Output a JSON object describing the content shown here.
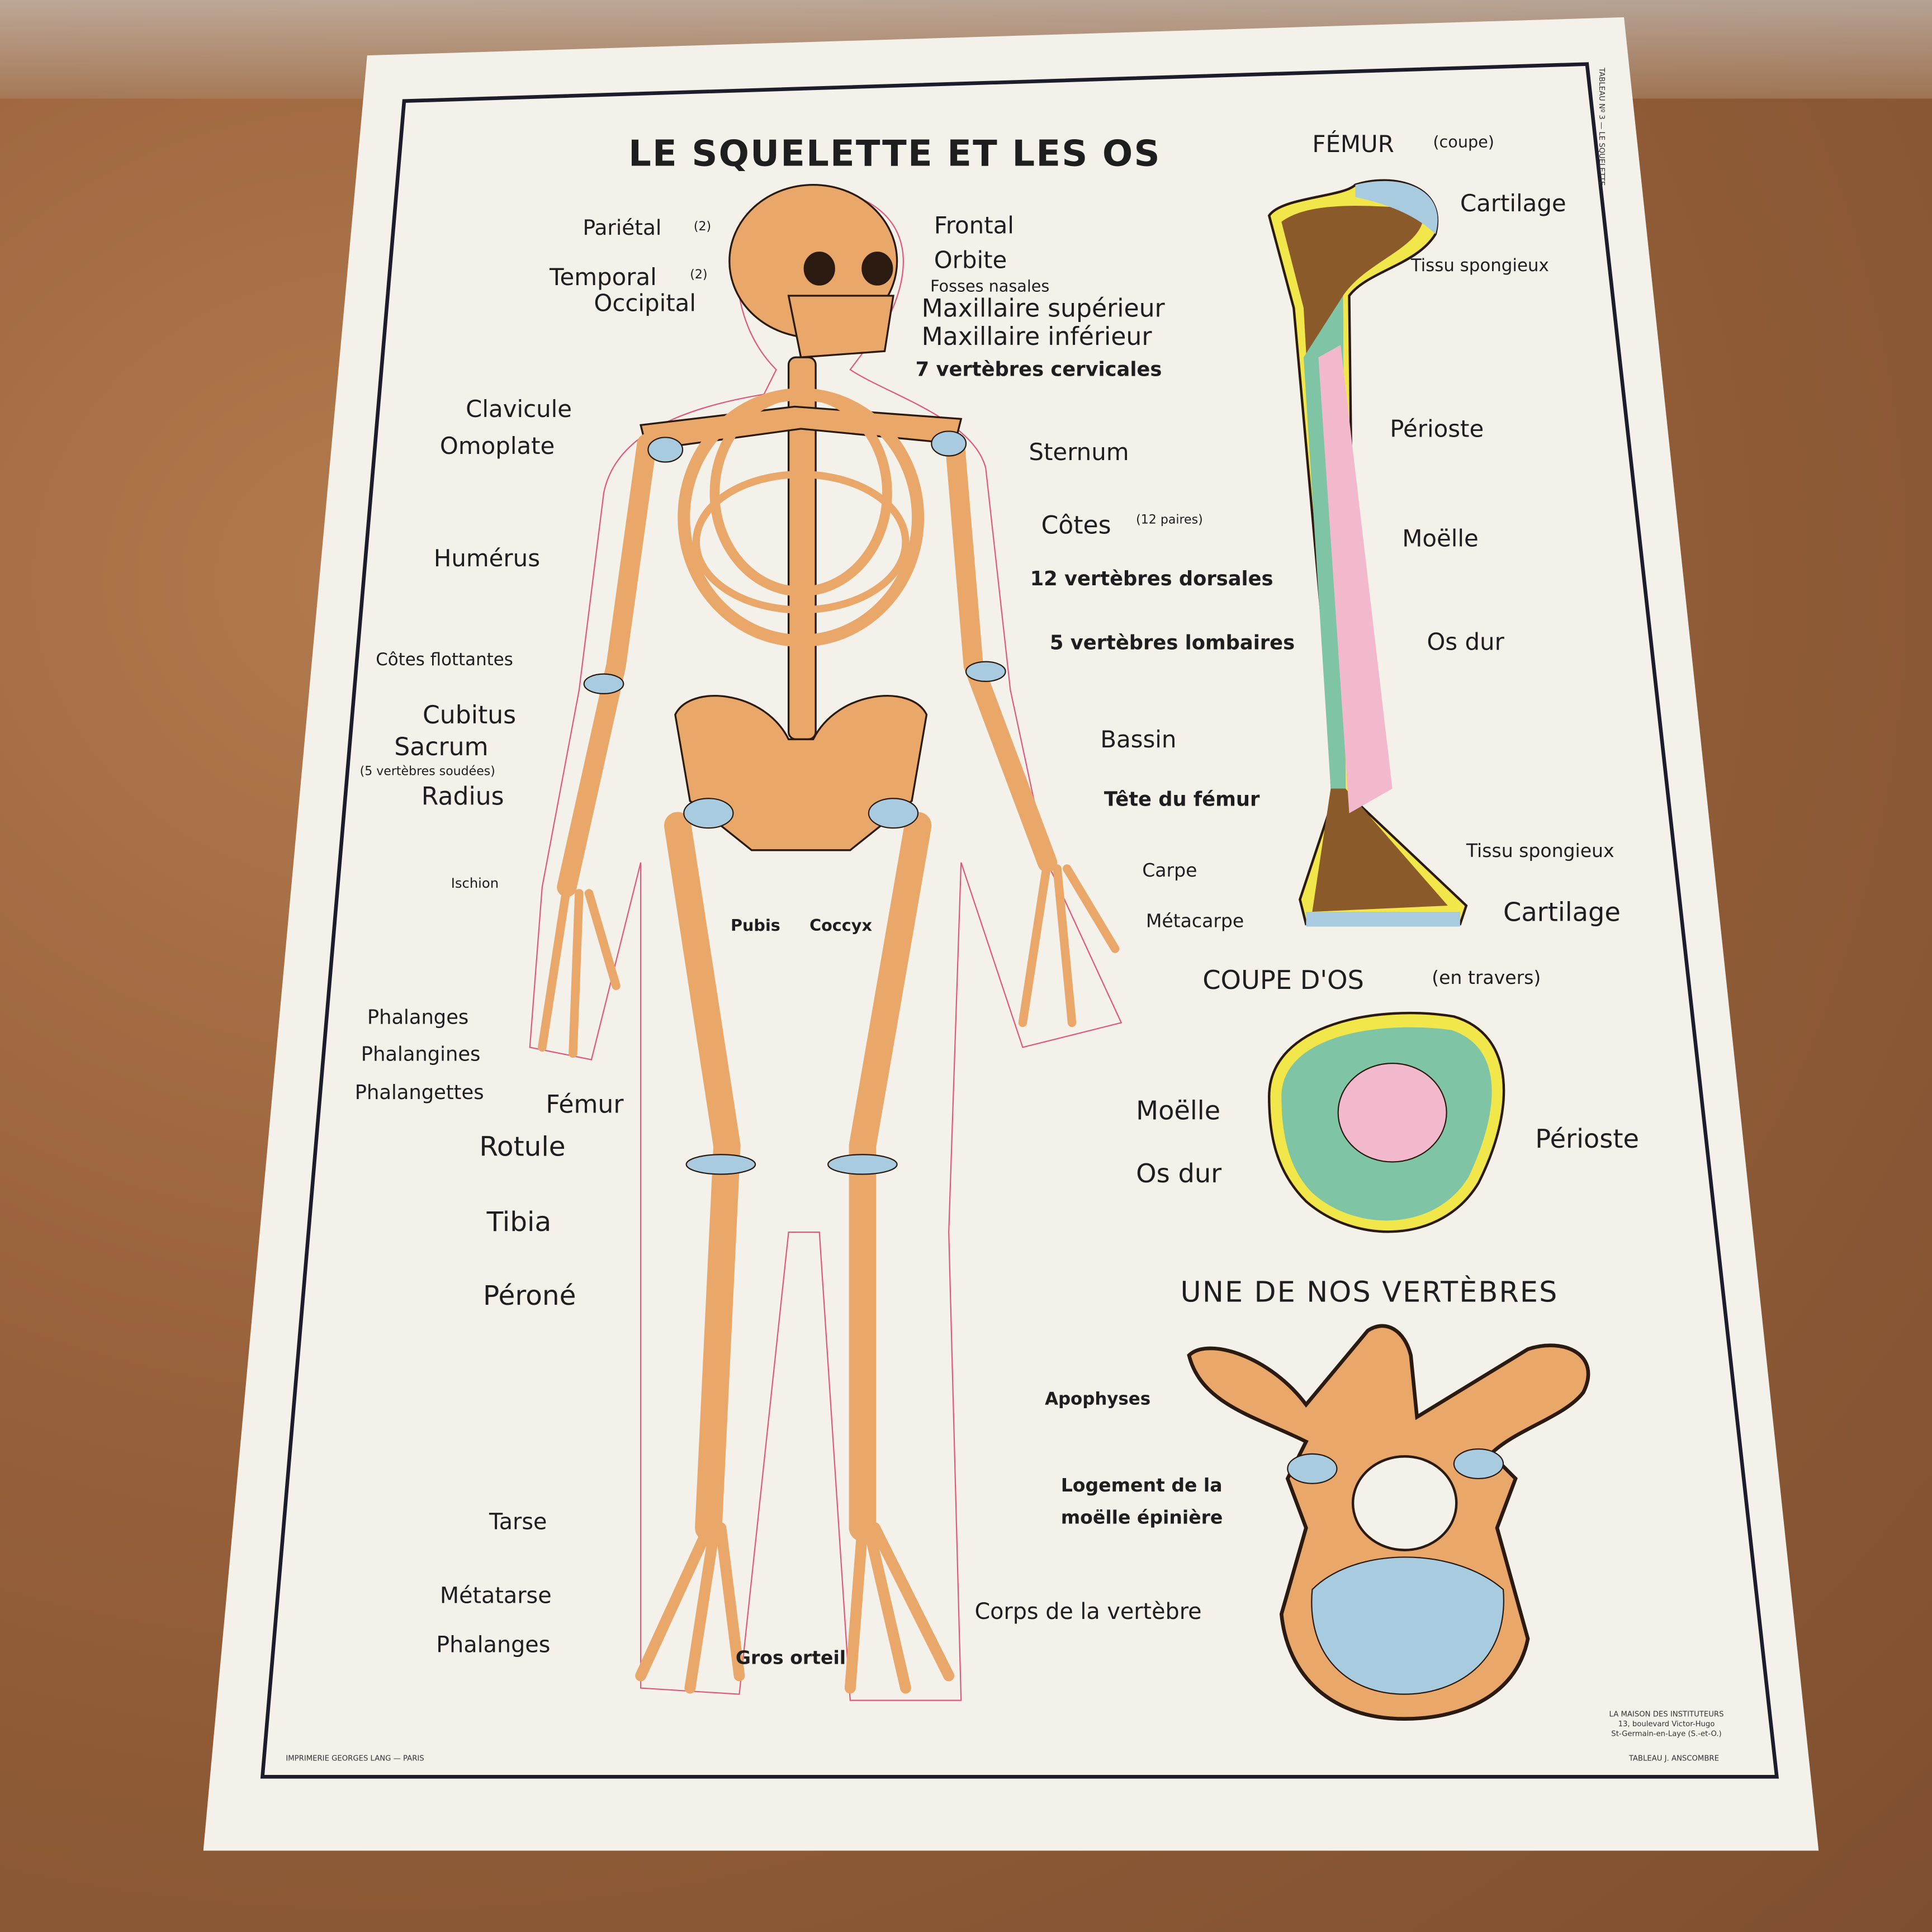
{
  "title": "LE SQUELETTE ET LES OS",
  "side_caption": "TABLEAU Nº 3 — LE SQUELETTE",
  "skeleton_labels": [
    "Pariétal",
    "(2)",
    "Temporal",
    "(2)",
    "Occipital",
    "Frontal",
    "Orbite",
    "Fosses nasales",
    "Maxillaire supérieur",
    "Maxillaire inférieur",
    "7 vertèbres cervicales",
    "Clavicule",
    "Omoplate",
    "Sternum",
    "Côtes",
    "(12 paires)",
    "Humérus",
    "12 vertèbres dorsales",
    "Côtes flottantes",
    "5 vertèbres lombaires",
    "Cubitus",
    "Sacrum",
    "(5 vertèbres soudées)",
    "Radius",
    "Bassin",
    "Tête du fémur",
    "Ischion",
    "Carpe",
    "Pubis",
    "Coccyx",
    "Métacarpe",
    "Phalanges",
    "Phalangines",
    "Phalangettes",
    "Fémur",
    "Rotule",
    "Tibia",
    "Péroné",
    "Tarse",
    "Métatarse",
    "Phalanges",
    "Gros orteil"
  ],
  "femur": {
    "title": "FÉMUR",
    "subtitle": "(coupe)",
    "labels": [
      "Cartilage",
      "Tissu spongieux",
      "Périoste",
      "Moëlle",
      "Os dur",
      "Tissu spongieux",
      "Cartilage"
    ]
  },
  "cross_section": {
    "title": "COUPE D'OS",
    "subtitle": "(en travers)",
    "labels": [
      "Moëlle",
      "Os dur",
      "Périoste"
    ]
  },
  "vertebra": {
    "title": "UNE DE NOS VERTÈBRES",
    "labels": [
      "Apophyses",
      "Logement de la",
      "moëlle épinière",
      "Corps de la vertèbre"
    ]
  },
  "credits": {
    "printer": "IMPRIMERIE GEORGES LANG — PARIS",
    "publisher": [
      "LA MAISON DES INSTITUTEURS",
      "13, boulevard Victor-Hugo",
      "St-Germain-en-Laye (S.-et-O.)"
    ],
    "author": "TABLEAU J. ANSCOMBRE"
  },
  "colors": {
    "bone": "#e9a86a",
    "cartilage": "#a9cbe0",
    "marrow": "#f2b8cc",
    "hard_bone": "#7fc4a4",
    "periosteum": "#f1e64a",
    "spongy": "#8a5a2a"
  }
}
